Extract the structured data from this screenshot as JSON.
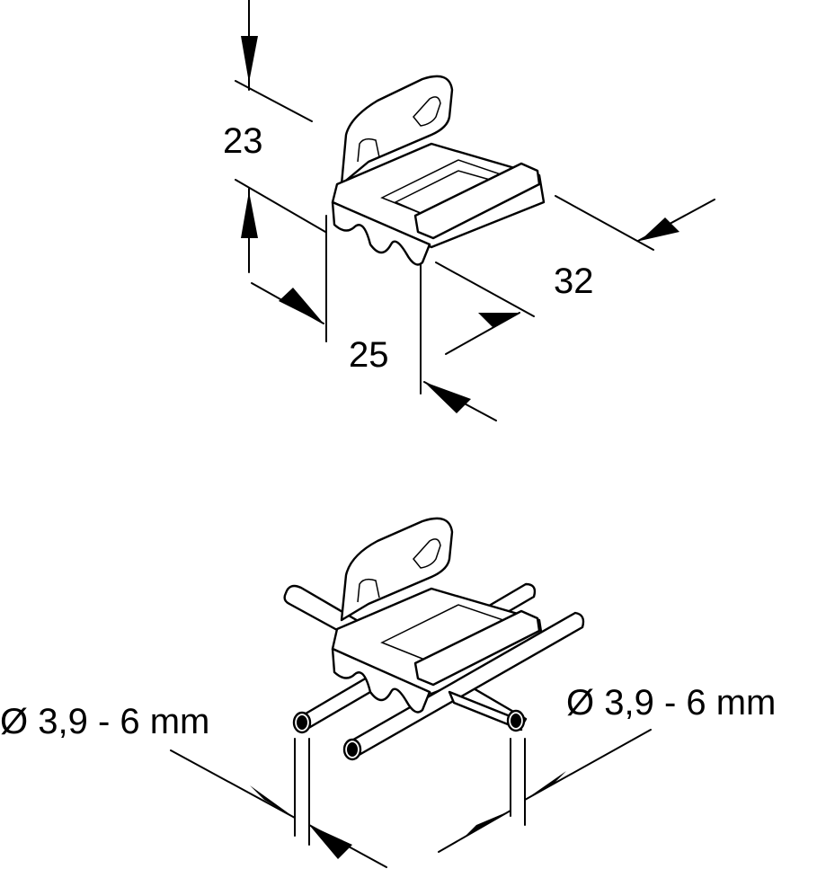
{
  "top_view": {
    "height_label": "23",
    "width_label": "25",
    "depth_label": "32"
  },
  "bottom_view": {
    "left_wire_label": "Ø 3,9 - 6 mm",
    "right_wire_label": "Ø 3,9 - 6 mm"
  }
}
